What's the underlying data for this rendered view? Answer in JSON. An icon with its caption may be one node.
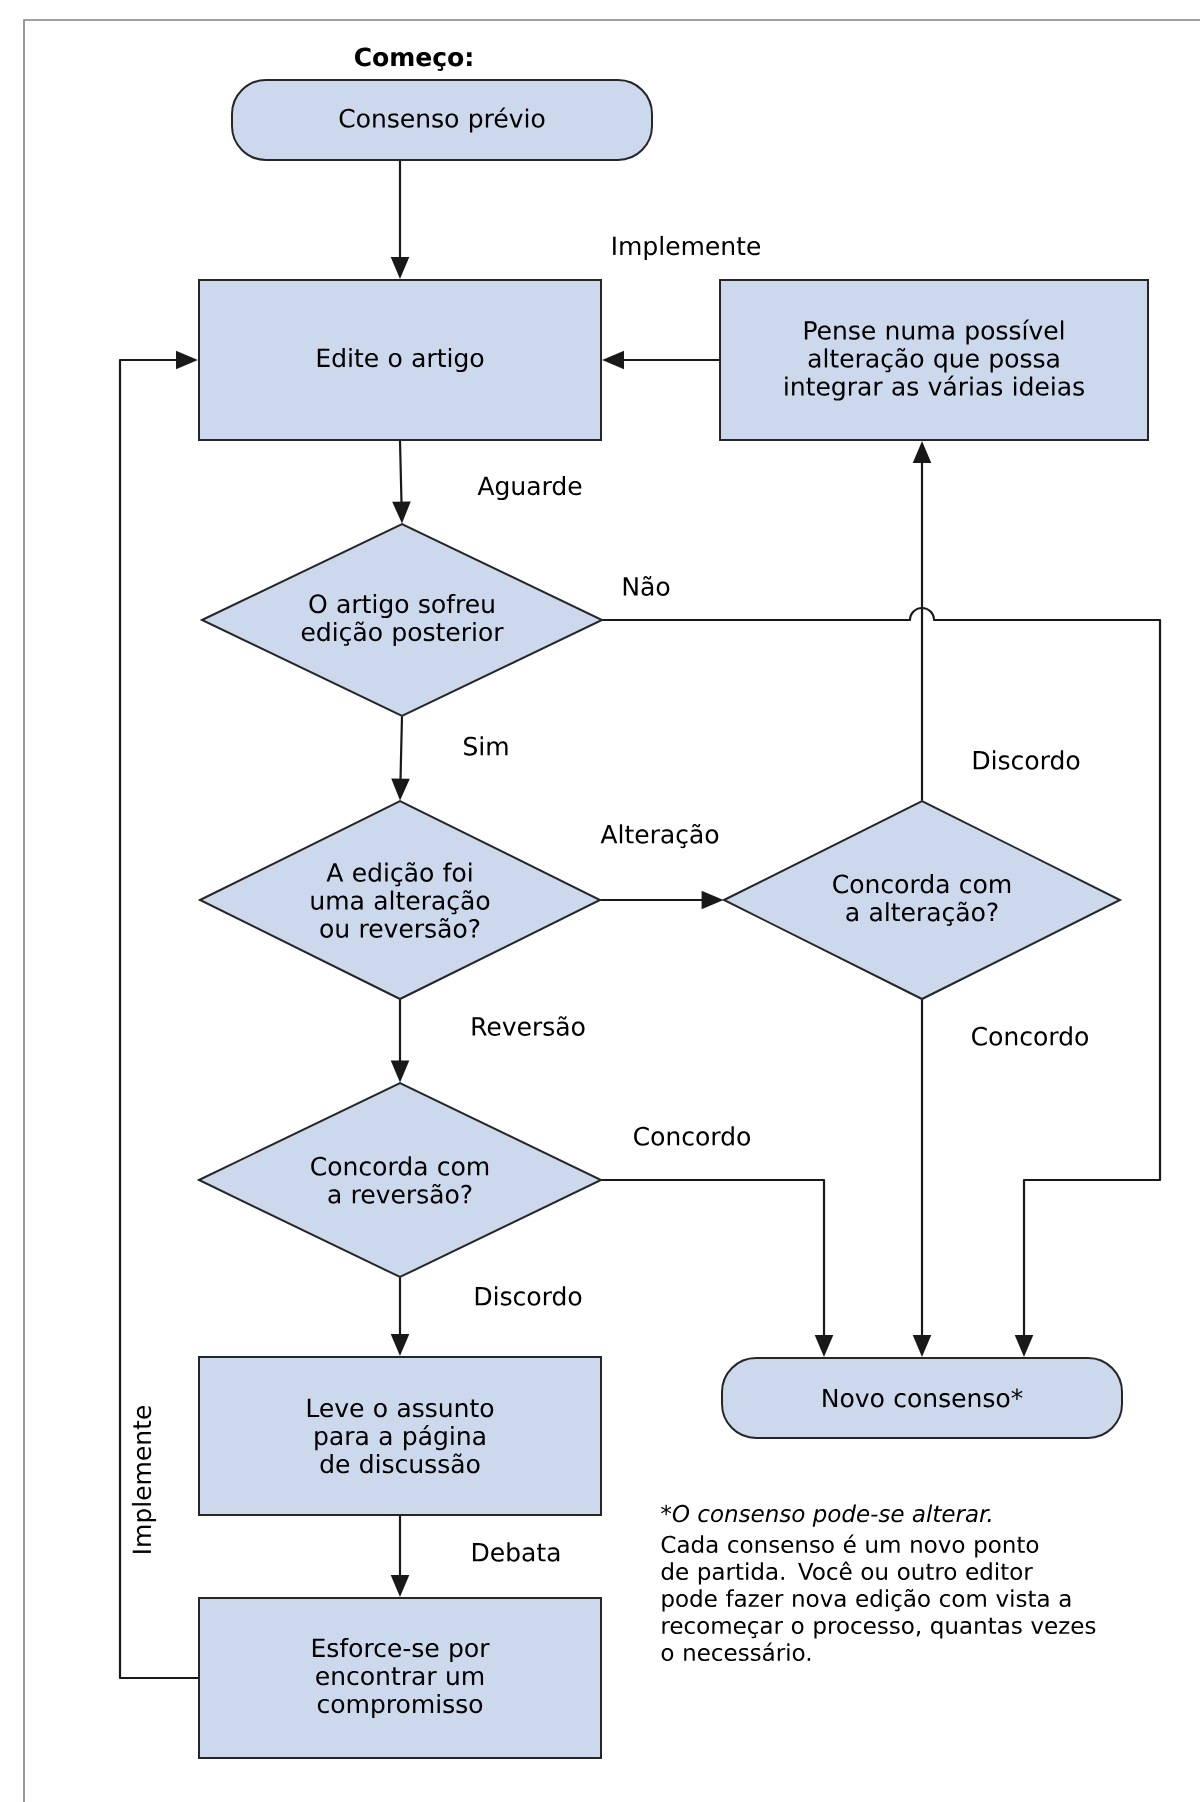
{
  "diagram": {
    "nodes": [
      {
        "text": [
          "Começo:",
          "Consenso prévio"
        ]
      },
      {
        "text": [
          "Edite o artigo"
        ]
      },
      {
        "text": [
          "Pense numa possível alteração que possa integrar as várias ideias"
        ]
      },
      {
        "text": [
          "O artigo sofreu edição posterior"
        ]
      },
      {
        "text": [
          "A edição foi uma alteração ou reversão?"
        ]
      },
      {
        "text": [
          "Concorda com a alteração?"
        ]
      },
      {
        "text": [
          "Concorda com a reversão?"
        ]
      },
      {
        "text": [
          "Leve o assunto para a página de discussão"
        ]
      },
      {
        "text": [
          "Esforce-se por encontrar um compromisso"
        ]
      },
      {
        "text": [
          "Novo consenso*"
        ]
      }
    ],
    "edges": [
      {
        "from": 0,
        "to": 1,
        "arrow": "to"
      },
      {
        "from": 2,
        "to": 1,
        "arrow": "to",
        "label": "Implemente"
      },
      {
        "from": 1,
        "to": 3,
        "arrow": "to",
        "label": "Aguarde"
      },
      {
        "from": 3,
        "to": 9,
        "arrow": "to",
        "label": "Não"
      },
      {
        "from": 3,
        "to": 4,
        "arrow": "to",
        "label": "Sim"
      },
      {
        "from": 4,
        "to": 5,
        "arrow": "to",
        "label": "Alteração"
      },
      {
        "from": 5,
        "to": 2,
        "arrow": "to",
        "label": "Discordo"
      },
      {
        "from": 5,
        "to": 9,
        "arrow": "to",
        "label": "Concordo"
      },
      {
        "from": 4,
        "to": 6,
        "arrow": "to",
        "label": "Reversão"
      },
      {
        "from": 6,
        "to": 9,
        "arrow": "to",
        "label": "Concordo"
      },
      {
        "from": 6,
        "to": 7,
        "arrow": "to",
        "label": "Discordo"
      },
      {
        "from": 7,
        "to": 8,
        "arrow": "to",
        "label": "Debata"
      },
      {
        "from": 8,
        "to": 1,
        "arrow": "to",
        "label": "Implemente"
      }
    ],
    "labels": [
      "*O consenso pode-se alterar.",
      "Cada consenso é um novo ponto de partida. Você ou outro editor pode fazer nova edição com vista a recomeçar o processo, quantas vezes o necessário."
    ]
  }
}
